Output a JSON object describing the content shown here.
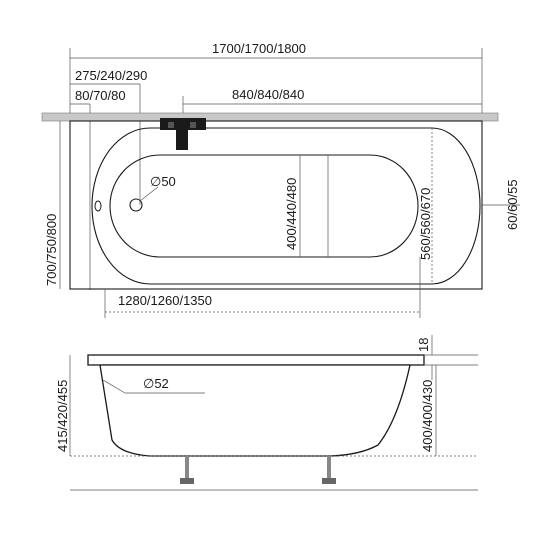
{
  "top_view": {
    "overall_length": "1700/1700/1800",
    "drain_offset": "275/240/290",
    "rim_offset": "80/70/80",
    "faucet_offset": "840/840/840",
    "drain_diameter": "∅50",
    "inner_width": "400/440/480",
    "outer_width": "700/750/800",
    "inner_length": "1280/1260/1350",
    "basin_width": "560/560/670",
    "end_width": "60/60/55"
  },
  "side_view": {
    "rim_thickness": "18",
    "overflow_diameter": "∅52",
    "total_height": "415/420/455",
    "depth": "400/400/430"
  }
}
